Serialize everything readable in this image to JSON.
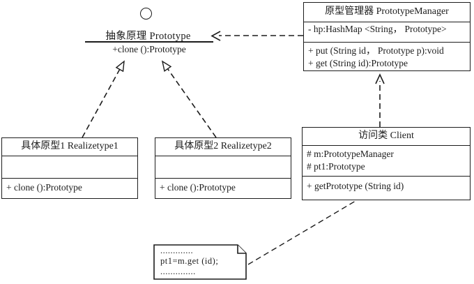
{
  "colors": {
    "ink": "#1c1c1c",
    "background": "#ffffff"
  },
  "interface": {
    "name": "抽象原理 Prototype",
    "operation": "+clone ():Prototype"
  },
  "classes": {
    "manager": {
      "title": "原型管理器 PrototypeManager",
      "attributes": [
        "- hp:HashMap <String， Prototype>"
      ],
      "methods": [
        "+ put (String id， Prototype p):void",
        "+ get (String id):Prototype"
      ]
    },
    "client": {
      "title": "访问类 Client",
      "attributes": [
        "# m:PrototypeManager",
        "# pt1:Prototype"
      ],
      "methods": [
        "+ getPrototype (String id)"
      ]
    },
    "realize1": {
      "title": "具体原型1 Realizetype1",
      "methods": [
        "+ clone ():Prototype"
      ]
    },
    "realize2": {
      "title": "具体原型2 Realizetype2",
      "methods": [
        "+ clone ():Prototype"
      ]
    }
  },
  "note": {
    "lines": [
      ".............",
      "pt1=m.get (id);",
      ".............."
    ]
  }
}
